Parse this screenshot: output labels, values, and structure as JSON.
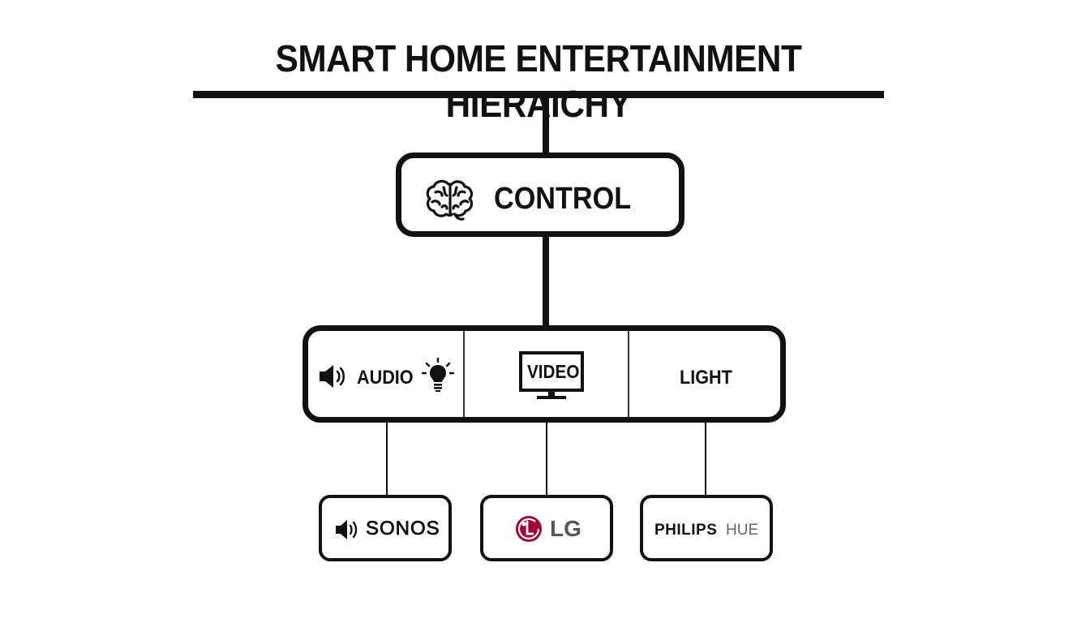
{
  "title": "SMART HOME ENTERTAINMENT HIERAICHY",
  "control": {
    "label": "CONTROL",
    "icon": "brain-icon"
  },
  "categories": {
    "audio": {
      "label": "AUDIO",
      "icons": [
        "speaker-icon",
        "lightbulb-icon"
      ]
    },
    "video": {
      "label": "VIDEO",
      "icon": "tv-icon"
    },
    "light": {
      "label": "LIGHT"
    }
  },
  "brands": {
    "sonos": {
      "label": "SONOS",
      "icon": "speaker-icon"
    },
    "lg": {
      "label": "LG",
      "logo_letter": "L",
      "logo_color": "#a50034"
    },
    "philips": {
      "label_bold": "PHILIPS",
      "label_light": "HUE"
    }
  },
  "colors": {
    "stroke": "#111111",
    "lg_brand": "#a50034",
    "hue_gray": "#666666"
  }
}
